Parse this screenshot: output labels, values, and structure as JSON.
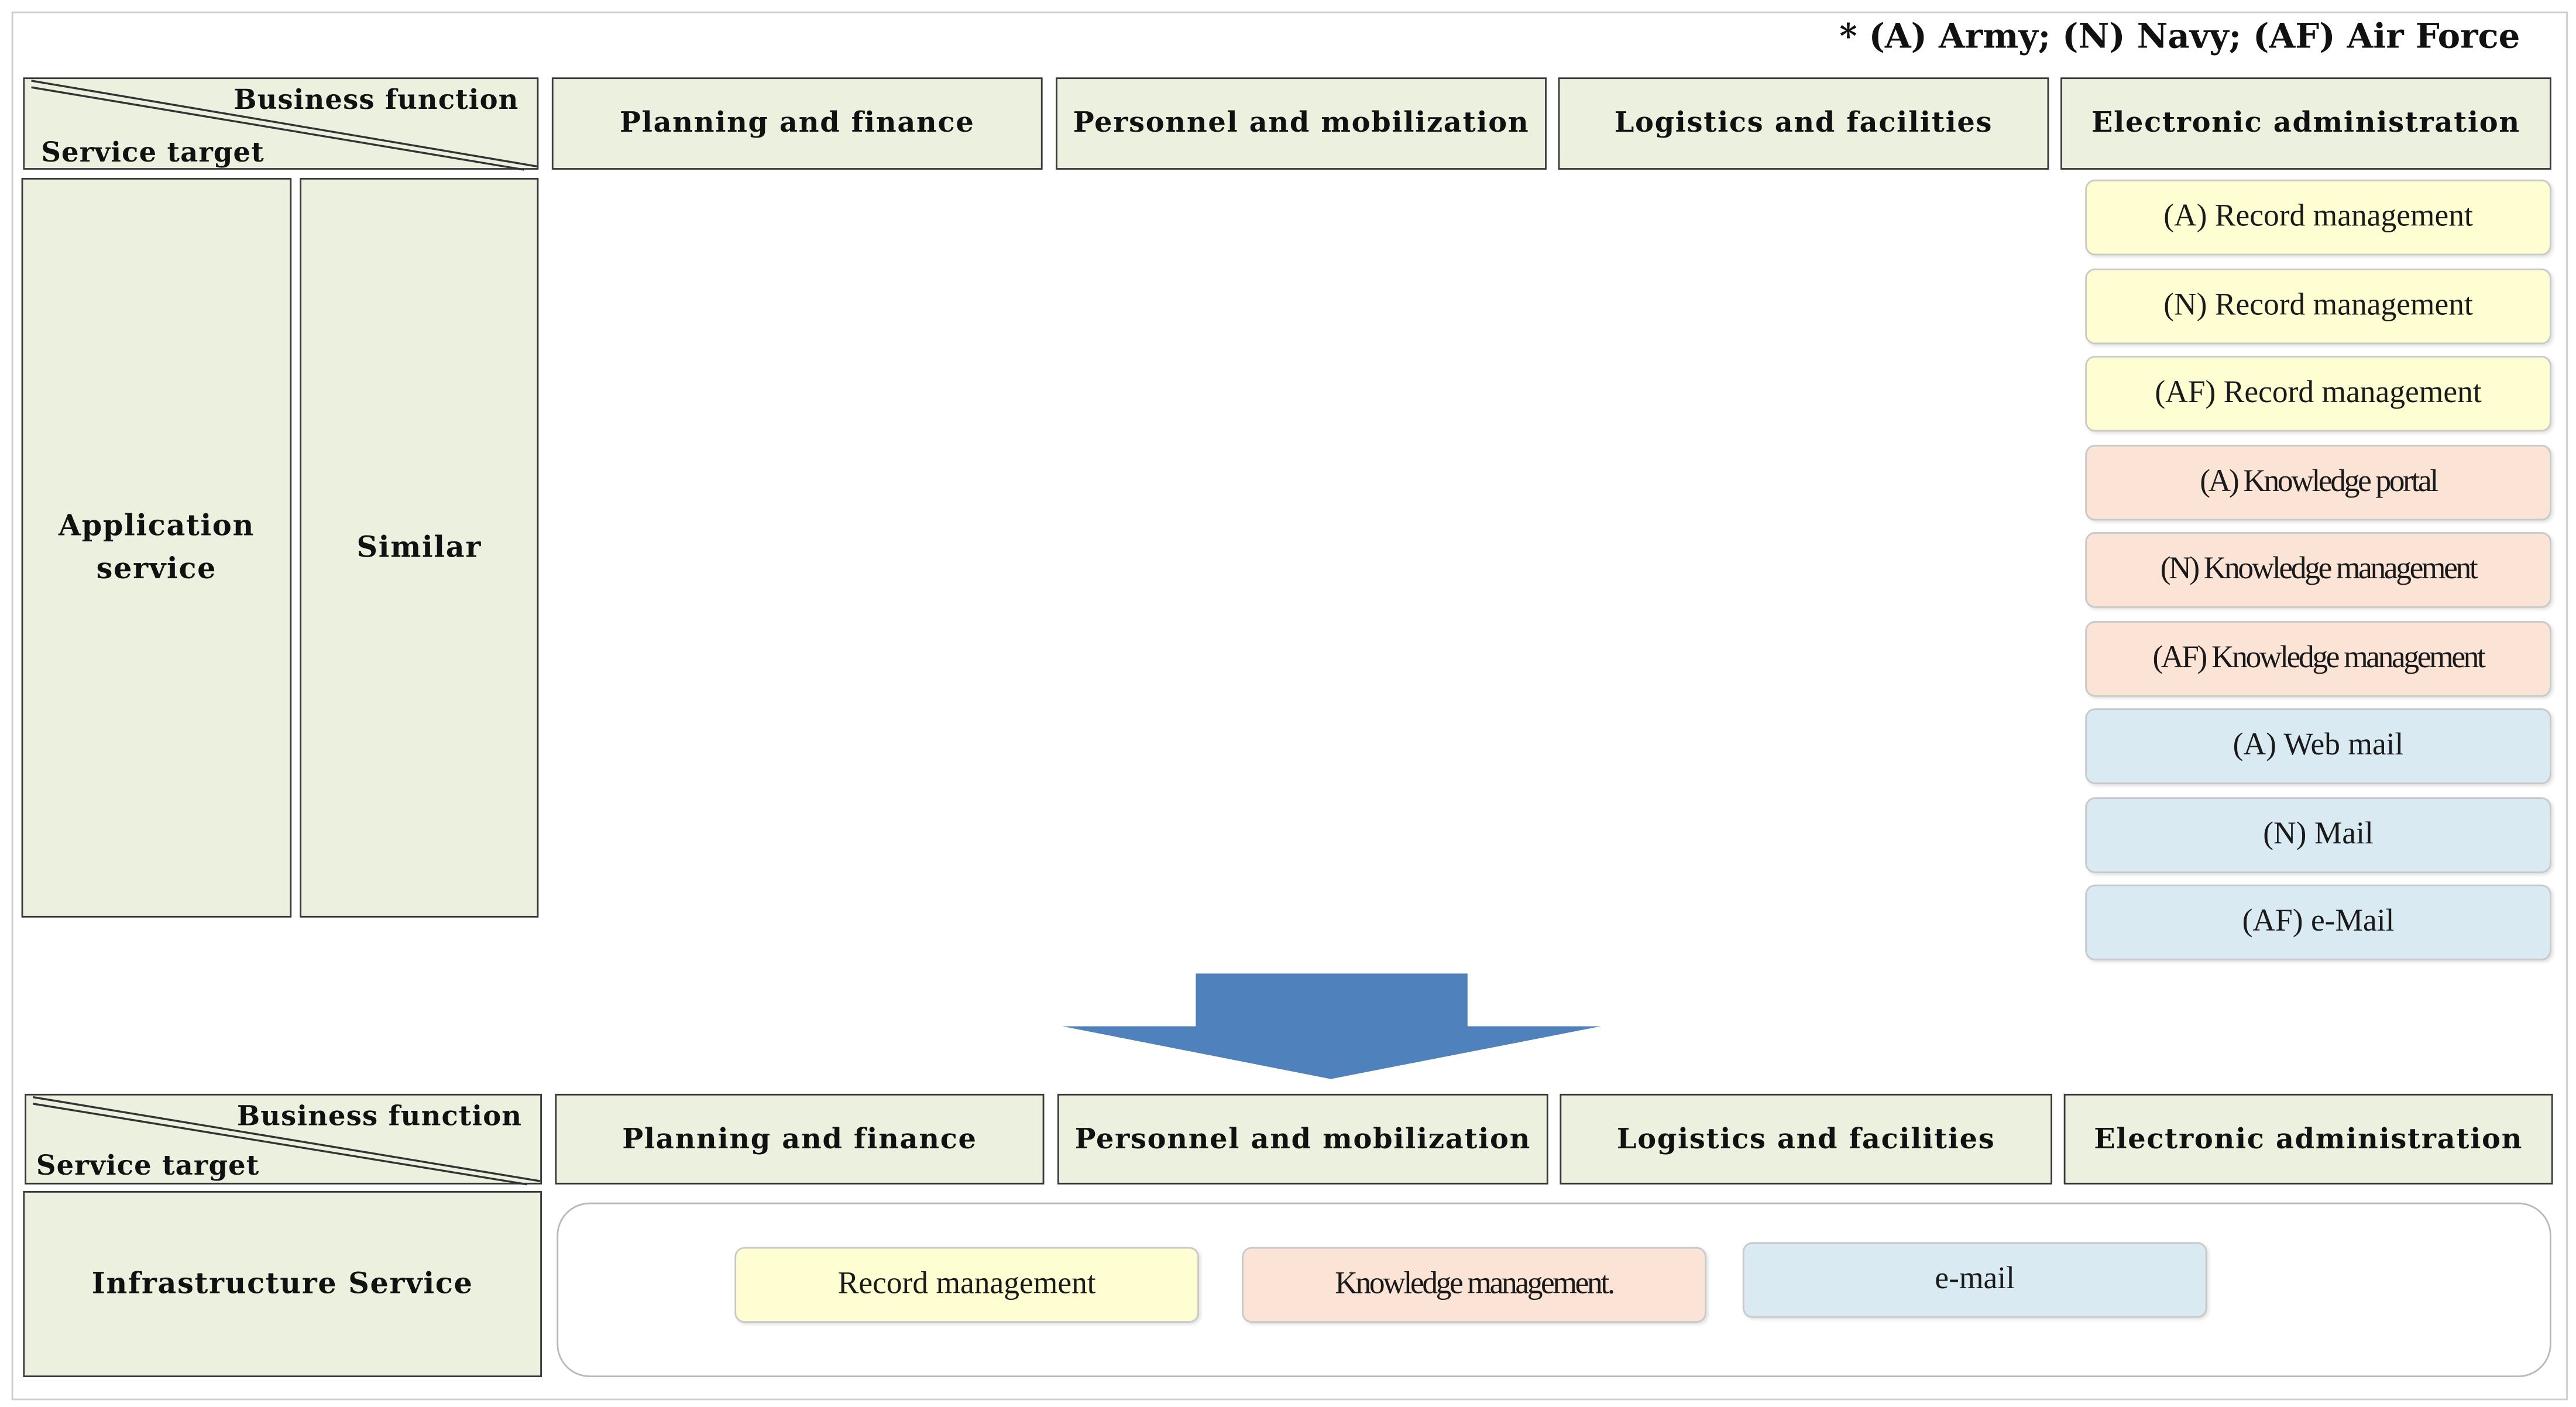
{
  "legend": "* (A) Army; (N) Navy; (AF) Air Force",
  "top_table": {
    "corner": {
      "column_axis": "Business function",
      "row_axis": "Service target"
    },
    "columns": [
      "Planning and finance",
      "Personnel and mobilization",
      "Logistics and facilities",
      "Electronic administration"
    ],
    "row_group": "Application service",
    "row_subgroup": "Similar",
    "electronic_administration_services": [
      {
        "label": "(A) Record management",
        "category": "record",
        "color": "#fefed2"
      },
      {
        "label": "(N) Record management",
        "category": "record",
        "color": "#fefed2"
      },
      {
        "label": "(AF) Record management",
        "category": "record",
        "color": "#fefed2"
      },
      {
        "label": "(A) Knowledge portal",
        "category": "knowledge",
        "color": "#fbe4d6"
      },
      {
        "label": "(N) Knowledge management",
        "category": "knowledge",
        "color": "#fbe4d6"
      },
      {
        "label": "(AF) Knowledge management",
        "category": "knowledge",
        "color": "#fbe4d6"
      },
      {
        "label": "(A) Web mail",
        "category": "mail",
        "color": "#d9eaf2"
      },
      {
        "label": "(N) Mail",
        "category": "mail",
        "color": "#d9eaf2"
      },
      {
        "label": "(AF) e-Mail",
        "category": "mail",
        "color": "#d9eaf2"
      }
    ]
  },
  "arrow": {
    "direction": "down",
    "color": "#4f81bd",
    "icon": "down-arrow-icon"
  },
  "bottom_table": {
    "corner": {
      "column_axis": "Business function",
      "row_axis": "Service target"
    },
    "columns": [
      "Planning and finance",
      "Personnel and mobilization",
      "Logistics and facilities",
      "Electronic administration"
    ],
    "row_group": "Infrastructure Service",
    "integrated_services": [
      {
        "label": "Record management",
        "category": "record",
        "color": "#fefed2"
      },
      {
        "label": "Knowledge management.",
        "category": "knowledge",
        "color": "#fbe4d6"
      },
      {
        "label": "e-mail",
        "category": "mail",
        "color": "#d9eaf2"
      }
    ]
  }
}
